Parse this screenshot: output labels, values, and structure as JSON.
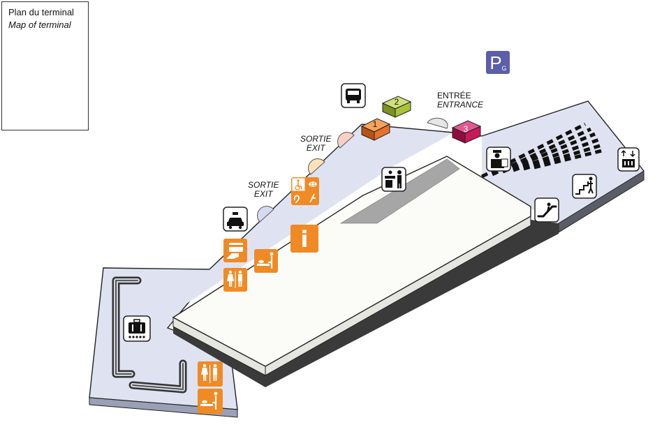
{
  "legend": {
    "title": "Plan du terminal",
    "subtitle": "Map of terminal"
  },
  "labels": {
    "entrance_fr": "ENTRÉE",
    "entrance_en": "ENTRANCE",
    "exit_upper_fr": "SORTIE",
    "exit_upper_en": "EXIT",
    "exit_lower_fr": "SORTIE",
    "exit_lower_en": "EXIT"
  },
  "doors": {
    "door_1": "1",
    "door_2": "2",
    "door_3": "3"
  },
  "parking": {
    "letter": "P",
    "sub": "G"
  },
  "info": {
    "letter": "i"
  },
  "colors": {
    "floor": "#dfe3f1",
    "platform_top": "#fbfbf7",
    "platform_side": "#e6e6e1",
    "dark_band": "#3a3a3a",
    "counter": "#a6a6a6",
    "orange": "#f08a24",
    "door_1": "#e8702a",
    "door_2": "#a8c23a",
    "door_3": "#c8185a",
    "parking": "#5b5ea8",
    "navy": "#0a2e6e",
    "pale_blue": "#c8d3ec"
  },
  "icons": {
    "bus": "bus-icon",
    "taxi": "taxi-icon",
    "parking": "parking-icon",
    "police": "police-icon",
    "check_in": "check-in-icon",
    "elevator": "elevator-icon",
    "stairs": "stairs-icon",
    "escalator": "escalator-icon",
    "accessibility": "accessibility-icon",
    "atm": "atm-icon",
    "info": "information-icon",
    "baby_change": "baby-change-icon",
    "toilets": "toilets-icon",
    "baggage": "baggage-claim-icon"
  }
}
